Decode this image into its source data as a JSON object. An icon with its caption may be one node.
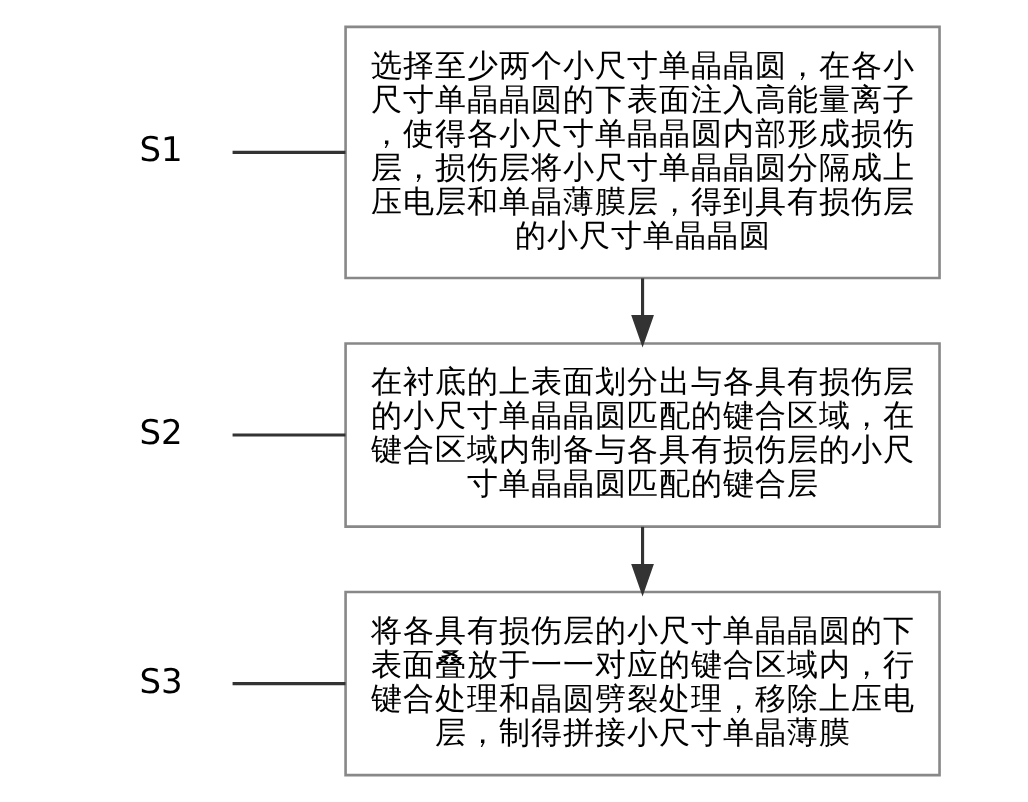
{
  "diagram": {
    "nodes": [
      {
        "text": [
          "S1"
        ]
      },
      {
        "text": [
          "选择至少两个小尺寸单晶晶圆，在各小尺寸单晶晶圆的下表面注入高能量离子，使得各小尺寸单晶晶圆内部形成损伤层，损伤层将小尺寸单晶晶圆分隔成上压电层和单晶薄膜层，得到具有损伤层的小尺寸单晶晶圆"
        ]
      },
      {
        "text": [
          "S2"
        ]
      },
      {
        "text": [
          "在衬底的上表面划分出与各具有损伤层的小尺寸单晶晶圆匹配的键合区域，在键合区域内制备与各具有损伤层的小尺寸单晶晶圆匹配的键合层"
        ]
      },
      {
        "text": [
          "S3"
        ]
      },
      {
        "text": [
          "将各具有损伤层的小尺寸单晶晶圆的下表面叠放于一一对应的键合区域内，行键合处理和晶圆劈裂处理，移除上压电层，制得拼接小尺寸单晶薄膜"
        ]
      }
    ],
    "edges": [
      {
        "from": 0,
        "to": 1,
        "arrow": "none"
      },
      {
        "from": 2,
        "to": 3,
        "arrow": "none"
      },
      {
        "from": 4,
        "to": 5,
        "arrow": "none"
      },
      {
        "from": 1,
        "to": 3,
        "arrow": "to"
      },
      {
        "from": 3,
        "to": 5,
        "arrow": "to"
      }
    ]
  }
}
